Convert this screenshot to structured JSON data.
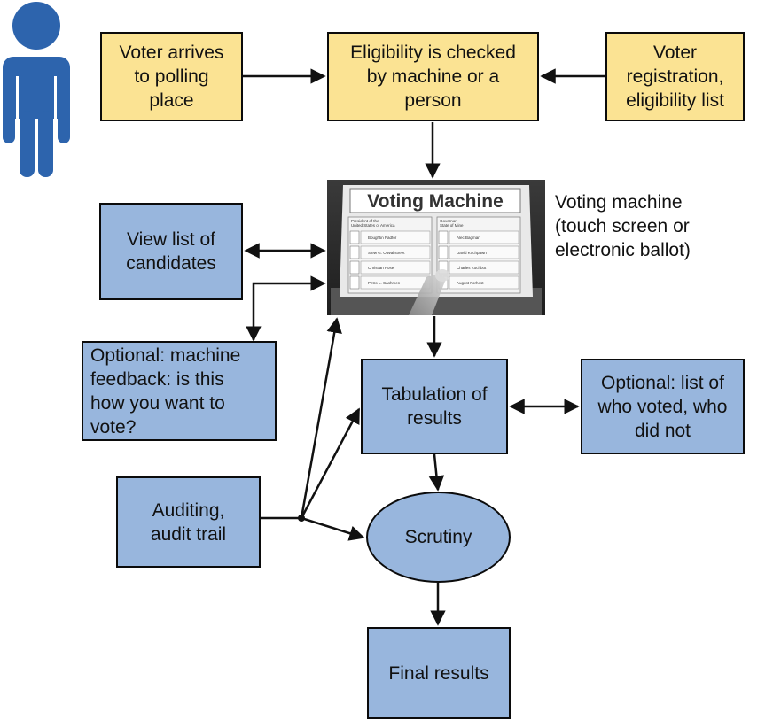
{
  "nodes": {
    "voter_arrives": "Voter arrives\nto polling\nplace",
    "eligibility": "Eligibility is checked\nby machine or a\nperson",
    "registration": "Voter\nregistration,\neligibility list",
    "view_list": "View list of\ncandidates",
    "feedback": "Optional: machine\nfeedback: is this\nhow you want to\nvote?",
    "tabulation": "Tabulation of\nresults",
    "who_voted": "Optional: list of\nwho voted, who\ndid not",
    "auditing": "Auditing,\naudit trail",
    "scrutiny": "Scrutiny",
    "final_results": "Final results"
  },
  "machine_caption": "Voting machine\n(touch screen or\nelectronic ballot)",
  "voting_machine": {
    "title": "Voting Machine",
    "left_header": "President of the\nUnited States of America",
    "right_header": "Governor\nState of Mine",
    "left_candidates": [
      "Boughtin Padfor",
      "Stew G. O'Wallstreet",
      "Christian Poser",
      "Petro L. Cashmen"
    ],
    "right_candidates": [
      "Alec Bagman",
      "David Kochpawn",
      "Charles Kochbot",
      "August Forhost"
    ]
  },
  "colors": {
    "yellow_box": "#fbe393",
    "blue_box": "#98b6dd",
    "person_icon": "#2d64ad",
    "arrow": "#111111"
  },
  "icons": {
    "person": "person-icon"
  }
}
